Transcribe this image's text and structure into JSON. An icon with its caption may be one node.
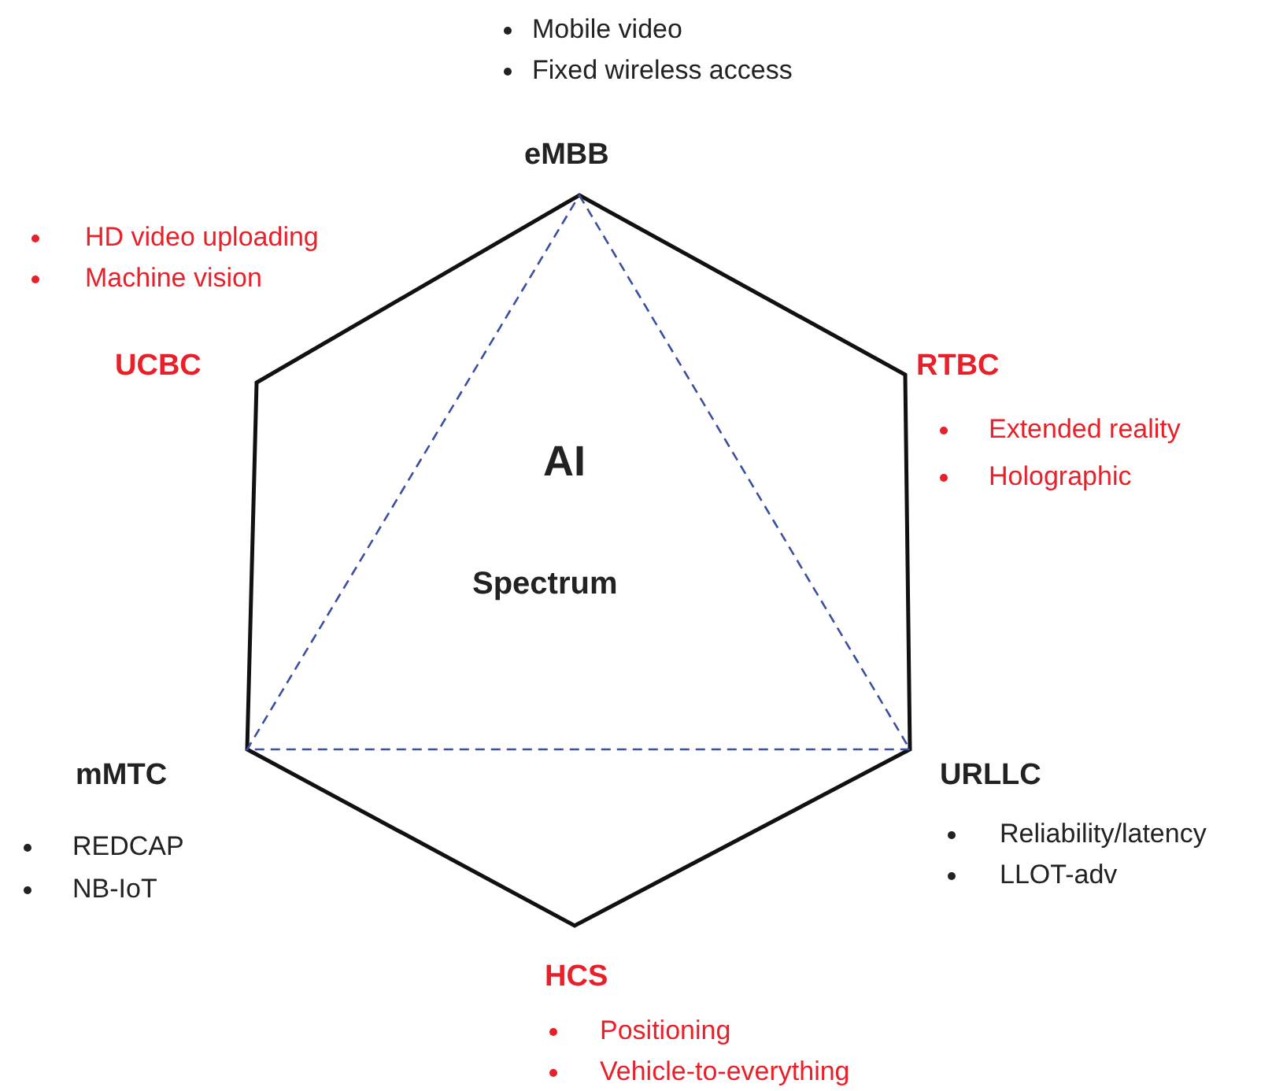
{
  "diagram": {
    "nodes": [
      {
        "text": [],
        "shape": "hexagon"
      },
      {
        "text": [
          "AI",
          "Spectrum"
        ],
        "in": 0
      }
    ],
    "labels": [
      "Mobile video",
      "Fixed wireless access",
      "eMBB",
      "HD video uploading",
      "Machine vision",
      "UCBC",
      "RTBC",
      "Extended reality",
      "Holographic",
      "mMTC",
      "URLLC",
      "REDCAP",
      "NB-IoT",
      "Reliability/latency",
      "LLOT-adv",
      "HCS",
      "Positioning",
      "Vehicle-to-everything"
    ]
  }
}
